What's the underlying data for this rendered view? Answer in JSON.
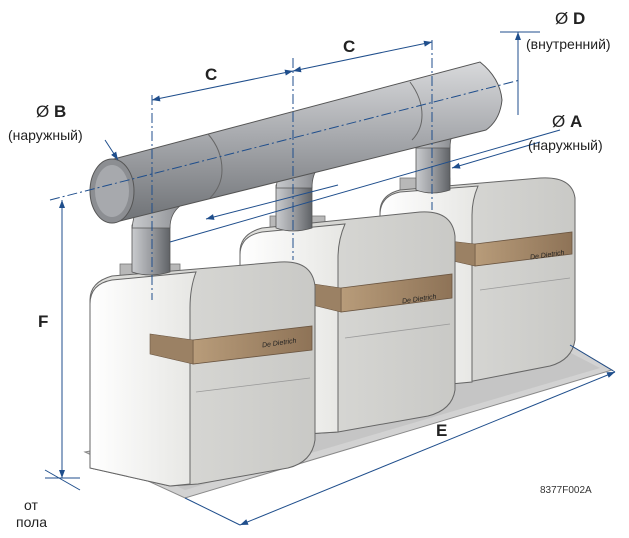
{
  "labels": {
    "dim_b_symbol": "Ø",
    "dim_b_letter": "B",
    "dim_b_note": "(наружный)",
    "dim_a_symbol": "Ø",
    "dim_a_letter": "A",
    "dim_a_note": "(наружный)",
    "dim_d_symbol": "Ø",
    "dim_d_letter": "D",
    "dim_d_note": "(внутренний)",
    "dim_c_left": "C",
    "dim_c_right": "C",
    "dim_e": "E",
    "dim_f": "F",
    "floor_line1": "от",
    "floor_line2": "пола",
    "figure_code": "8377F002A"
  },
  "boilers": [
    {
      "brand": "De Dietrich"
    },
    {
      "brand": "De Dietrich"
    },
    {
      "brand": "De Dietrich"
    }
  ],
  "colors": {
    "dimension_line": "#1f4e8c",
    "pipe": "#a8aaae",
    "boiler_body": "#f2f2f0",
    "boiler_trim": "#a58a6a",
    "base": "#cfcfcf"
  }
}
